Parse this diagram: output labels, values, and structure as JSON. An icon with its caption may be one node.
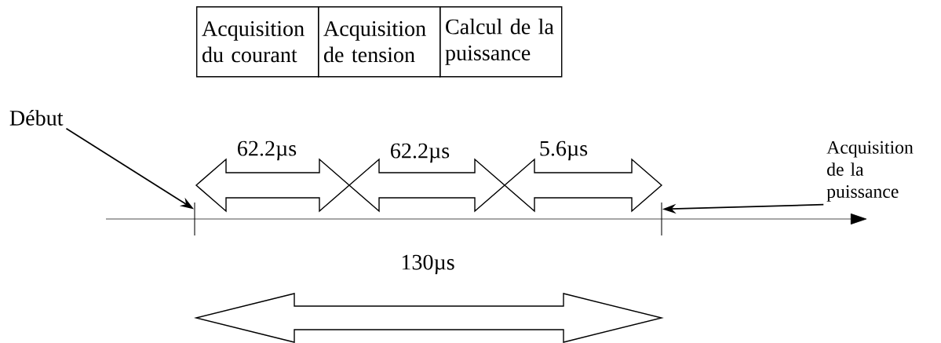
{
  "diagram": {
    "nodes": [
      {
        "text": [
          "Acquisition du courant"
        ]
      },
      {
        "text": [
          "Acquisition de tension"
        ]
      },
      {
        "text": [
          "Calcul de la puissance"
        ]
      },
      {
        "text": [
          "Début"
        ]
      },
      {
        "text": [
          "Acquisition de la puissance"
        ]
      },
      {
        "text": [],
        "shape": "bar"
      },
      {
        "text": [],
        "shape": "bar"
      }
    ],
    "edges": [
      {
        "from": 3,
        "to": 5,
        "arrow": "to"
      },
      {
        "from": 4,
        "to": 6,
        "arrow": "to"
      }
    ],
    "labels": [
      "62.2µs",
      "62.2µs",
      "5.6µs",
      "130µs"
    ]
  }
}
